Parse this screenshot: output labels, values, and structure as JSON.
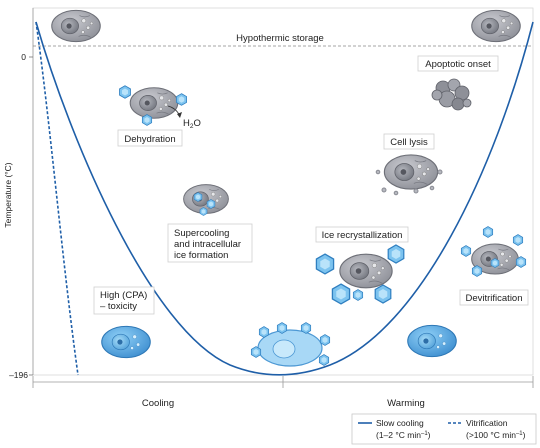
{
  "diagram": {
    "y_axis_label": "Temperature (°C)",
    "y_ticks": [
      "0",
      "–196"
    ],
    "hypothermic_storage": "Hypothermic storage",
    "phases": {
      "cooling": "Cooling",
      "warming": "Warming"
    },
    "annotations": {
      "dehydration": "Dehydration",
      "water": "H",
      "water_sub": "2",
      "water_end": "O",
      "supercooling": [
        "Supercooling",
        "and intracellular",
        "ice formation"
      ],
      "high_cpa": [
        "High (CPA)",
        "– toxicity"
      ],
      "ice_recrystallization": "Ice recrystallization",
      "devitrification": "Devitrification",
      "cell_lysis": "Cell lysis",
      "apoptotic_onset": "Apoptotic onset"
    },
    "legend": {
      "slow_cooling": {
        "label": "Slow cooling",
        "rate": "(1–2 °C min",
        "sup": "–1",
        "close": ")"
      },
      "vitrification": {
        "label": "Vitrification",
        "rate": "(>100 °C min",
        "sup": "–1",
        "close": ")"
      }
    },
    "colors": {
      "curve": "#1f5fa8",
      "cell_grey": "#a9abb2",
      "cell_blue": "#5aa6dc",
      "ice": "#6fb8ea"
    }
  }
}
